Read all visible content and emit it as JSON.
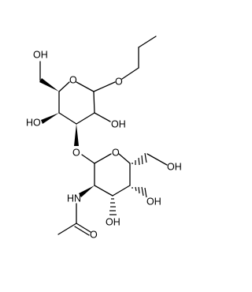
{
  "molecule": {
    "labels": {
      "o_ring_top": "O",
      "o_propoxy": "O",
      "oh_c6_top": "OH",
      "oh_c4_top": "HO",
      "oh_c2_top": "OH",
      "o_glycosidic": "O",
      "o_ring_bottom": "O",
      "oh_c6_bottom": "OH",
      "nh_acetamido": "HN",
      "o_carbonyl": "O",
      "oh_c4_bottom": "OH",
      "oh_c3_bottom": "OH"
    }
  }
}
